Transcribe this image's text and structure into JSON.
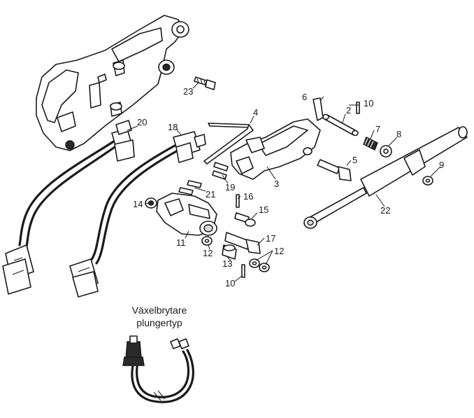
{
  "diagram": {
    "callouts": {
      "c2": "2",
      "c3": "3",
      "c4": "4",
      "c5": "5",
      "c6": "6",
      "c7": "7",
      "c8": "8",
      "c9": "9",
      "c10a": "10",
      "c10b": "10",
      "c11": "11",
      "c12a": "12",
      "c12b": "12",
      "c13": "13",
      "c14": "14",
      "c15": "15",
      "c16": "16",
      "c17": "17",
      "c18": "18",
      "c19": "19",
      "c20": "20",
      "c21": "21",
      "c22": "22",
      "c23": "23"
    },
    "caption_line1": "Växelbrytare",
    "caption_line2": "plungertyp"
  }
}
